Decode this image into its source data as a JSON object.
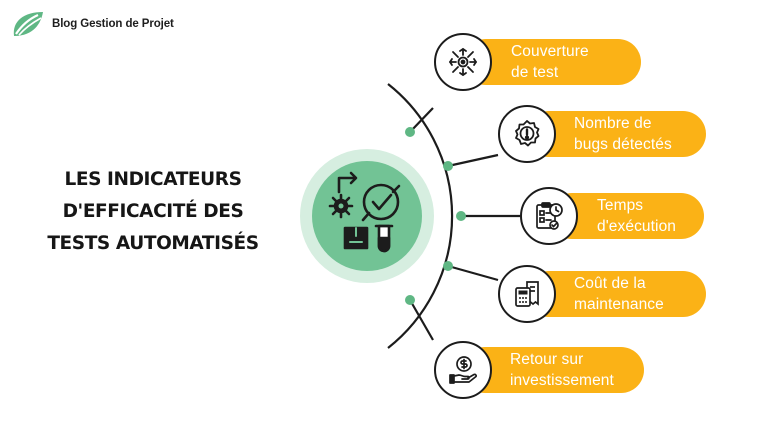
{
  "brand": {
    "name": "Blog Gestion de Projet",
    "icon": "leaf-logo-icon",
    "color": "#5fb784"
  },
  "headline": {
    "lines": [
      "LES INDICATEURS",
      "D'EFFICACITÉ DES",
      "TESTS AUTOMATISÉS"
    ]
  },
  "hub": {
    "icon": "automation-testing-icon",
    "color_outer": "#d6eee0",
    "color_inner": "#72c395"
  },
  "indicators": [
    {
      "label": "Couverture\nde test",
      "icon": "coverage-network-icon"
    },
    {
      "label": "Nombre de\nbugs détectés",
      "icon": "bug-alert-gear-icon"
    },
    {
      "label": "Temps\nd'exécution",
      "icon": "checklist-clock-icon"
    },
    {
      "label": "Coût de la\nmaintenance",
      "icon": "calculator-receipt-icon"
    },
    {
      "label": "Retour sur\ninvestissement",
      "icon": "hand-coin-icon"
    }
  ],
  "colors": {
    "accent": "#fbb216",
    "green": "#5fb784",
    "line": "#1c1c1c",
    "text": "#161616"
  }
}
